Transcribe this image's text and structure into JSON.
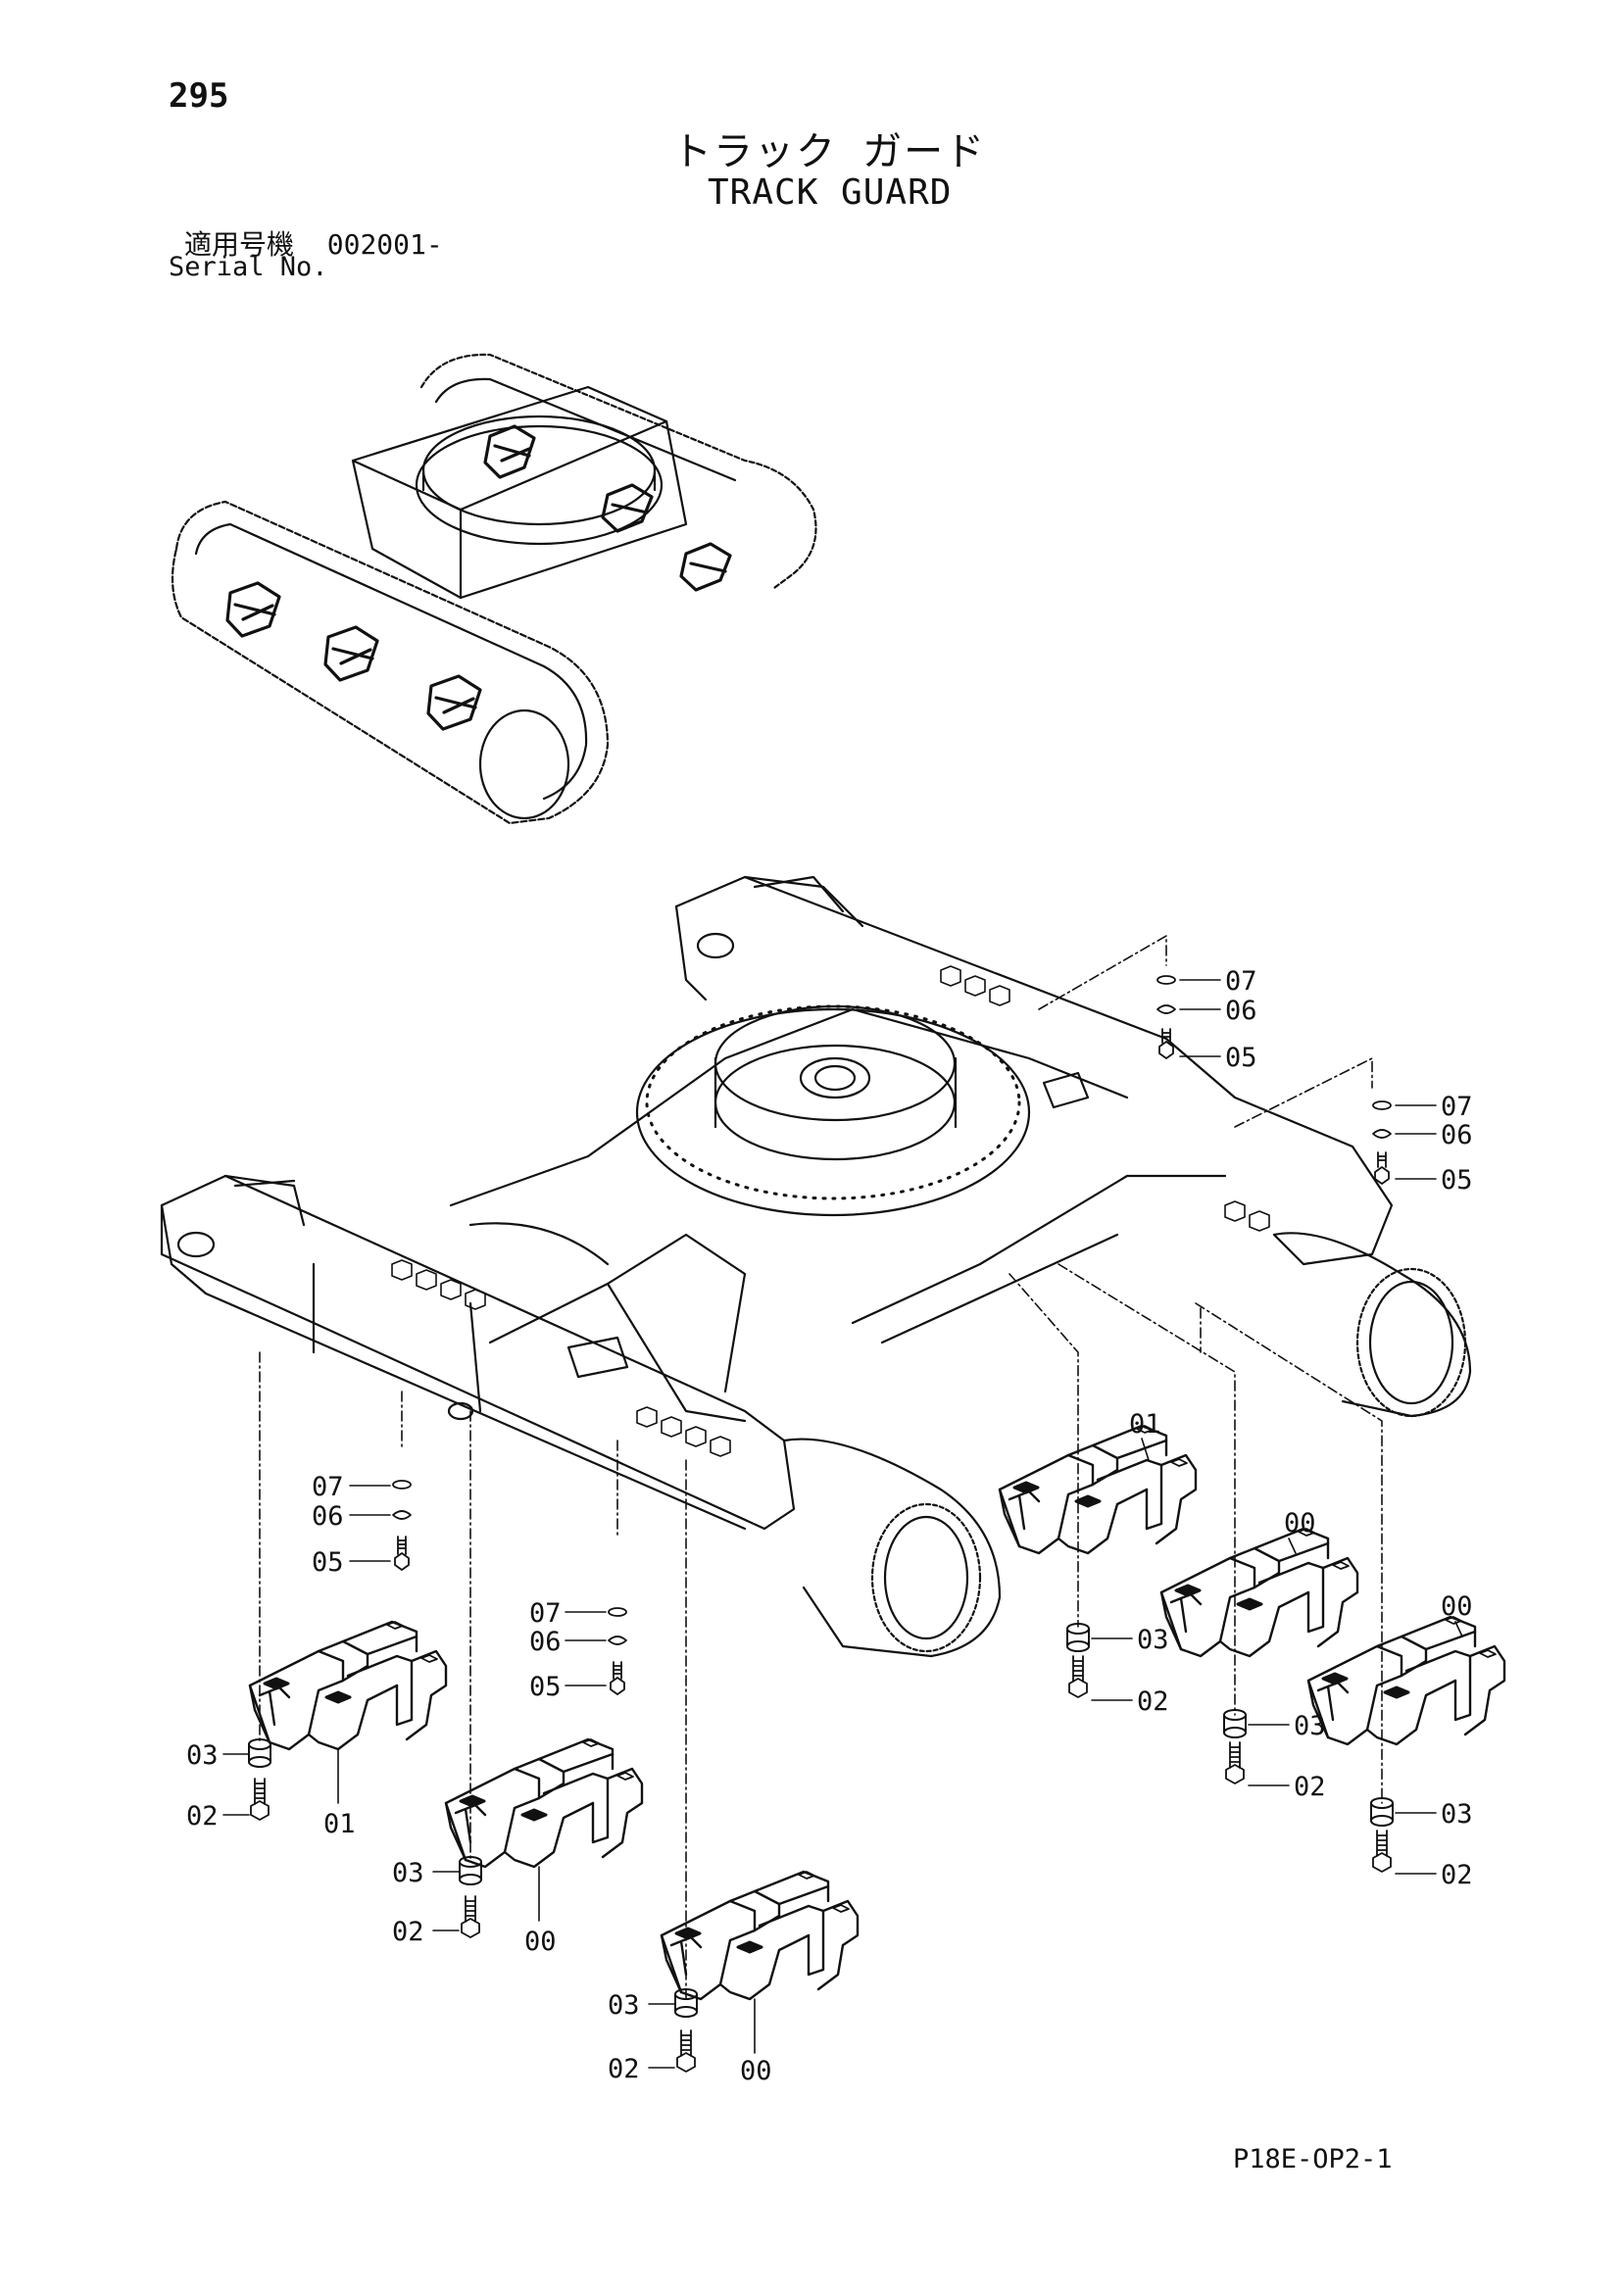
{
  "header": {
    "page_number": "295",
    "title_jp": "トラック ガード",
    "title_en": "TRACK GUARD",
    "serial_label_jp": "適用号機",
    "serial_value": "002001-",
    "serial_label_en": "Serial No."
  },
  "footer": {
    "drawing_code": "P18E-OP2-1"
  },
  "callouts": [
    {
      "id": "c1",
      "text": "07"
    },
    {
      "id": "c2",
      "text": "06"
    },
    {
      "id": "c3",
      "text": "05"
    },
    {
      "id": "c4",
      "text": "07"
    },
    {
      "id": "c5",
      "text": "06"
    },
    {
      "id": "c6",
      "text": "05"
    },
    {
      "id": "c7",
      "text": "07"
    },
    {
      "id": "c8",
      "text": "06"
    },
    {
      "id": "c9",
      "text": "05"
    },
    {
      "id": "c10",
      "text": "07"
    },
    {
      "id": "c11",
      "text": "06"
    },
    {
      "id": "c12",
      "text": "05"
    },
    {
      "id": "c13",
      "text": "01"
    },
    {
      "id": "c14",
      "text": "03"
    },
    {
      "id": "c15",
      "text": "02"
    },
    {
      "id": "c16",
      "text": "00"
    },
    {
      "id": "c17",
      "text": "03"
    },
    {
      "id": "c18",
      "text": "02"
    },
    {
      "id": "c19",
      "text": "00"
    },
    {
      "id": "c20",
      "text": "03"
    },
    {
      "id": "c21",
      "text": "02"
    },
    {
      "id": "c22",
      "text": "03"
    },
    {
      "id": "c23",
      "text": "02"
    },
    {
      "id": "c24",
      "text": "01"
    },
    {
      "id": "c25",
      "text": "03"
    },
    {
      "id": "c26",
      "text": "02"
    },
    {
      "id": "c27",
      "text": "00"
    },
    {
      "id": "c28",
      "text": "03"
    },
    {
      "id": "c29",
      "text": "02"
    },
    {
      "id": "c30",
      "text": "00"
    }
  ]
}
